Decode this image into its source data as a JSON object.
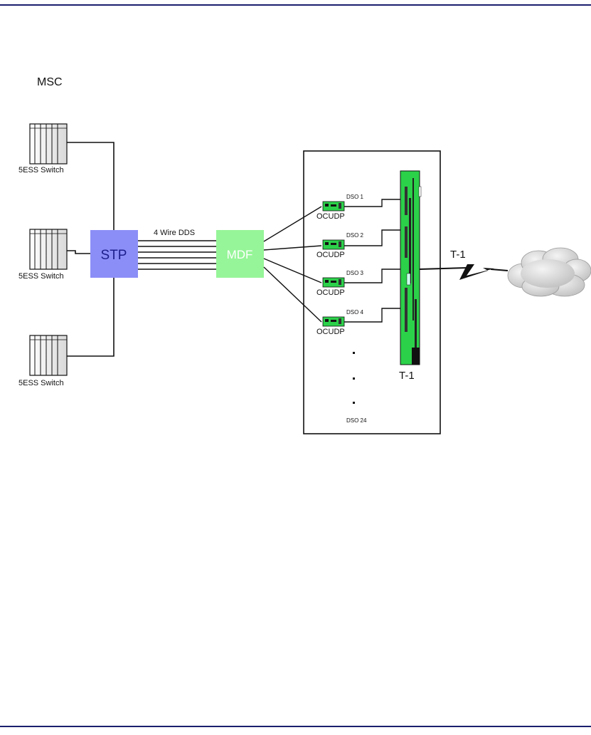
{
  "page": {
    "rule_color": "#1a1f6e"
  },
  "diagram": {
    "msc_label": "MSC",
    "switches": [
      {
        "label": "5ESS Switch"
      },
      {
        "label": "5ESS Switch"
      },
      {
        "label": "5ESS Switch"
      }
    ],
    "stp": {
      "label": "STP",
      "color": "#8c8ef7",
      "text_color": "#1b1e8c"
    },
    "link_label": "4 Wire DDS",
    "mdf": {
      "label": "MDF",
      "color": "#96f598",
      "text_color": "#ffffff"
    },
    "ocudp_cards": [
      {
        "label": "OCUDP",
        "channel": "DSO 1"
      },
      {
        "label": "OCUDP",
        "channel": "DSO 2"
      },
      {
        "label": "OCUDP",
        "channel": "DSO 3"
      },
      {
        "label": "OCUDP",
        "channel": "DSO 4"
      }
    ],
    "last_channel": "DSO 24",
    "t1_card_label": "T-1",
    "t1_link_label": "T-1",
    "card_color": "#2cd14a",
    "cloud_color": "#d8d8d8"
  }
}
